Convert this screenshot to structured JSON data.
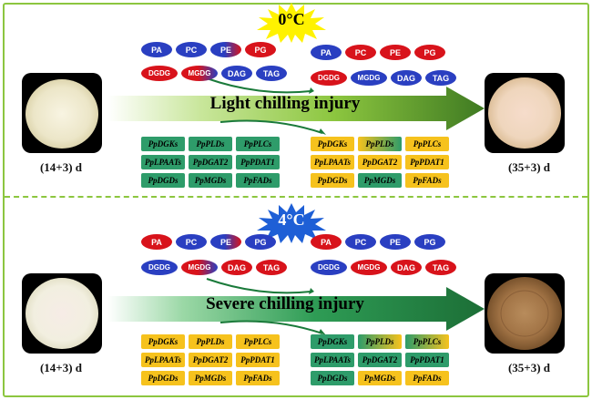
{
  "top": {
    "temperature": "0°C",
    "condition": "Light chilling injury",
    "left_day": "(14+3) d",
    "right_day": "(35+3) d",
    "lipids_left": {
      "row1": [
        {
          "label": "PA",
          "color": "blue"
        },
        {
          "label": "PC",
          "color": "blue"
        },
        {
          "label": "PE",
          "color": "bluered"
        },
        {
          "label": "PG",
          "color": "red"
        }
      ],
      "row2": [
        {
          "label": "DGDG",
          "color": "red"
        },
        {
          "label": "MGDG",
          "color": "redblue"
        },
        {
          "label": "DAG",
          "color": "blue"
        },
        {
          "label": "TAG",
          "color": "blue"
        }
      ]
    },
    "lipids_right": {
      "row1": [
        {
          "label": "PA",
          "color": "blue"
        },
        {
          "label": "PC",
          "color": "red"
        },
        {
          "label": "PE",
          "color": "red"
        },
        {
          "label": "PG",
          "color": "red"
        }
      ],
      "row2": [
        {
          "label": "DGDG",
          "color": "red"
        },
        {
          "label": "MGDG",
          "color": "blue"
        },
        {
          "label": "DAG",
          "color": "blue"
        },
        {
          "label": "TAG",
          "color": "blue"
        }
      ]
    },
    "genes_left": [
      {
        "label": "PpDGKs",
        "color": "g"
      },
      {
        "label": "PpPLDs",
        "color": "g"
      },
      {
        "label": "PpPLCs",
        "color": "g"
      },
      {
        "label": "PpLPAATs",
        "color": "g"
      },
      {
        "label": "PpDGAT2",
        "color": "g"
      },
      {
        "label": "PpPDAT1",
        "color": "g"
      },
      {
        "label": "PpDGDs",
        "color": "g"
      },
      {
        "label": "PpMGDs",
        "color": "g"
      },
      {
        "label": "PpFADs",
        "color": "g"
      }
    ],
    "genes_right": [
      {
        "label": "PpDGKs",
        "color": "y"
      },
      {
        "label": "PpPLDs",
        "color": "yg"
      },
      {
        "label": "PpPLCs",
        "color": "y"
      },
      {
        "label": "PpLPAATs",
        "color": "y"
      },
      {
        "label": "PpDGAT2",
        "color": "y"
      },
      {
        "label": "PpPDAT1",
        "color": "y"
      },
      {
        "label": "PpDGDs",
        "color": "y"
      },
      {
        "label": "PpMGDs",
        "color": "g"
      },
      {
        "label": "PpFADs",
        "color": "y"
      }
    ]
  },
  "bottom": {
    "temperature": "4°C",
    "condition": "Severe chilling injury",
    "left_day": "(14+3) d",
    "right_day": "(35+3) d",
    "lipids_left": {
      "row1": [
        {
          "label": "PA",
          "color": "red"
        },
        {
          "label": "PC",
          "color": "blue"
        },
        {
          "label": "PE",
          "color": "bluered"
        },
        {
          "label": "PG",
          "color": "blue"
        }
      ],
      "row2": [
        {
          "label": "DGDG",
          "color": "blue"
        },
        {
          "label": "MGDG",
          "color": "redblue"
        },
        {
          "label": "DAG",
          "color": "red"
        },
        {
          "label": "TAG",
          "color": "red"
        }
      ]
    },
    "lipids_right": {
      "row1": [
        {
          "label": "PA",
          "color": "red"
        },
        {
          "label": "PC",
          "color": "blue"
        },
        {
          "label": "PE",
          "color": "blue"
        },
        {
          "label": "PG",
          "color": "blue"
        }
      ],
      "row2": [
        {
          "label": "DGDG",
          "color": "blue"
        },
        {
          "label": "MGDG",
          "color": "red"
        },
        {
          "label": "DAG",
          "color": "red"
        },
        {
          "label": "TAG",
          "color": "red"
        }
      ]
    },
    "genes_left": [
      {
        "label": "PpDGKs",
        "color": "y"
      },
      {
        "label": "PpPLDs",
        "color": "y"
      },
      {
        "label": "PpPLCs",
        "color": "y"
      },
      {
        "label": "PpLPAATs",
        "color": "y"
      },
      {
        "label": "PpDGAT2",
        "color": "y"
      },
      {
        "label": "PpPDAT1",
        "color": "y"
      },
      {
        "label": "PpDGDs",
        "color": "y"
      },
      {
        "label": "PpMGDs",
        "color": "y"
      },
      {
        "label": "PpFADs",
        "color": "y"
      }
    ],
    "genes_right": [
      {
        "label": "PpDGKs",
        "color": "g"
      },
      {
        "label": "PpPLDs",
        "color": "gy"
      },
      {
        "label": "PpPLCs",
        "color": "gy"
      },
      {
        "label": "PpLPAATs",
        "color": "g"
      },
      {
        "label": "PpDGAT2",
        "color": "g"
      },
      {
        "label": "PpPDAT1",
        "color": "g"
      },
      {
        "label": "PpDGDs",
        "color": "g"
      },
      {
        "label": "PpMGDs",
        "color": "y"
      },
      {
        "label": "PpFADs",
        "color": "y"
      }
    ]
  },
  "colors": {
    "frame": "#8cc63f",
    "lipid_up": "#d8131b",
    "lipid_down": "#2a3fc1",
    "gene_green": "#2e9c6a",
    "gene_yellow": "#f6c21d",
    "starburst_top": "#fff200",
    "starburst_bottom": "#1e5fd6"
  }
}
